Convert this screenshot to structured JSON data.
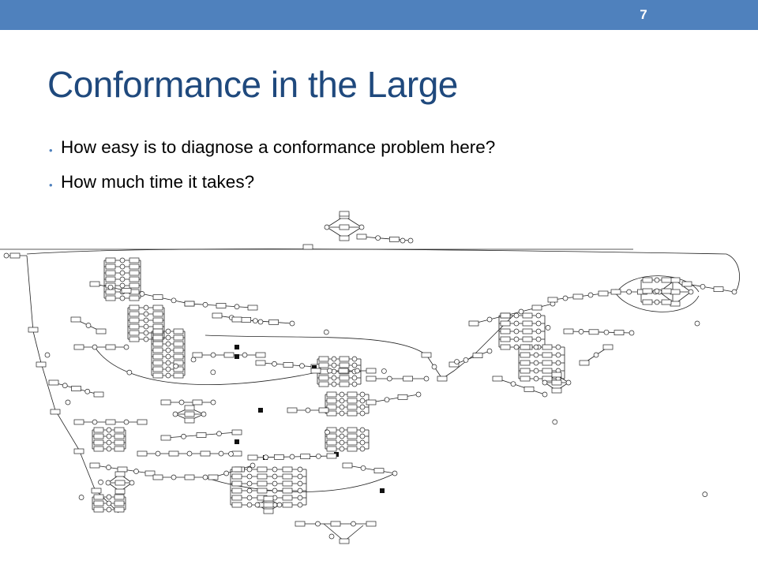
{
  "header": {
    "slide_number": "7",
    "bar_color": "#4f81bd"
  },
  "title": "Conformance in the Large",
  "bullets": [
    "How easy is to diagnose a conformance problem here?",
    "How much time it takes?"
  ],
  "colors": {
    "title": "#1f497d",
    "bullet_marker": "#4f81bd",
    "diagram_stroke": "#222222"
  }
}
